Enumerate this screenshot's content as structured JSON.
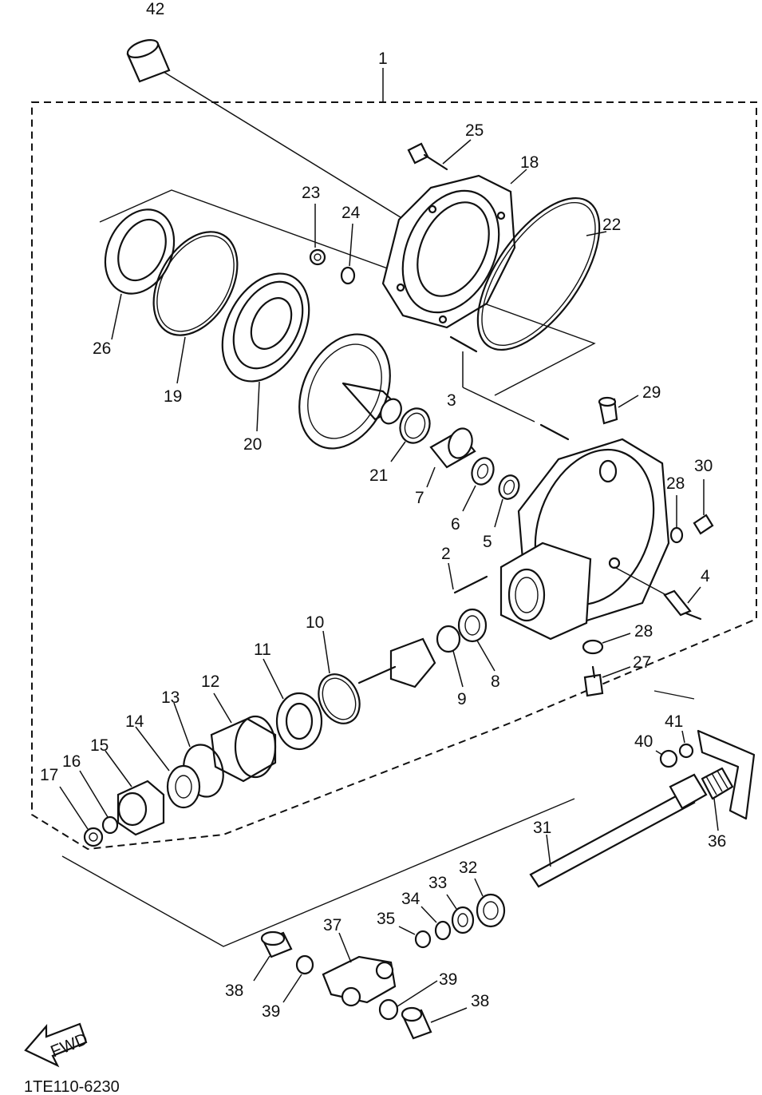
{
  "diagram": {
    "code": "1TE110-6230",
    "fwd_label": "FWD",
    "callouts": [
      "42",
      "1",
      "25",
      "18",
      "23",
      "24",
      "22",
      "26",
      "19",
      "20",
      "3",
      "29",
      "21",
      "7",
      "6",
      "5",
      "28",
      "30",
      "2",
      "4",
      "10",
      "11",
      "12",
      "13",
      "14",
      "15",
      "16",
      "17",
      "9",
      "8",
      "28",
      "27",
      "40",
      "41",
      "31",
      "36",
      "32",
      "33",
      "34",
      "35",
      "37",
      "38",
      "39",
      "39",
      "38"
    ]
  }
}
